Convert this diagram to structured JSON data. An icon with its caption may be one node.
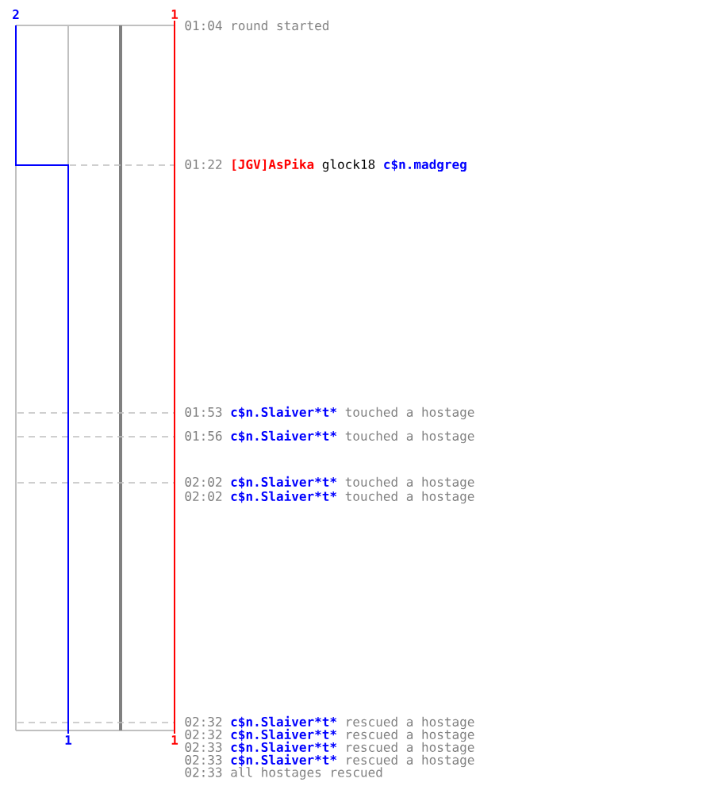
{
  "diagram": {
    "labels": [
      "2",
      "1",
      "01:04",
      "round started",
      "01:22",
      "[JGV]AsPika",
      "glock18",
      "c$n.madgreg",
      "01:53",
      "c$n.Slaiver*t*",
      "touched a hostage",
      "01:56",
      "c$n.Slaiver*t*",
      "touched a hostage",
      "02:02",
      "c$n.Slaiver*t*",
      "touched a hostage",
      "02:02",
      "c$n.Slaiver*t*",
      "touched a hostage",
      "02:32",
      "c$n.Slaiver*t*",
      "rescued a hostage",
      "1",
      "1",
      "02:32",
      "c$n.Slaiver*t*",
      "rescued a hostage",
      "02:33",
      "c$n.Slaiver*t*",
      "rescued a hostage",
      "02:33",
      "c$n.Slaiver*t*",
      "rescued a hostage",
      "02:33",
      "all hostages rescued"
    ]
  }
}
